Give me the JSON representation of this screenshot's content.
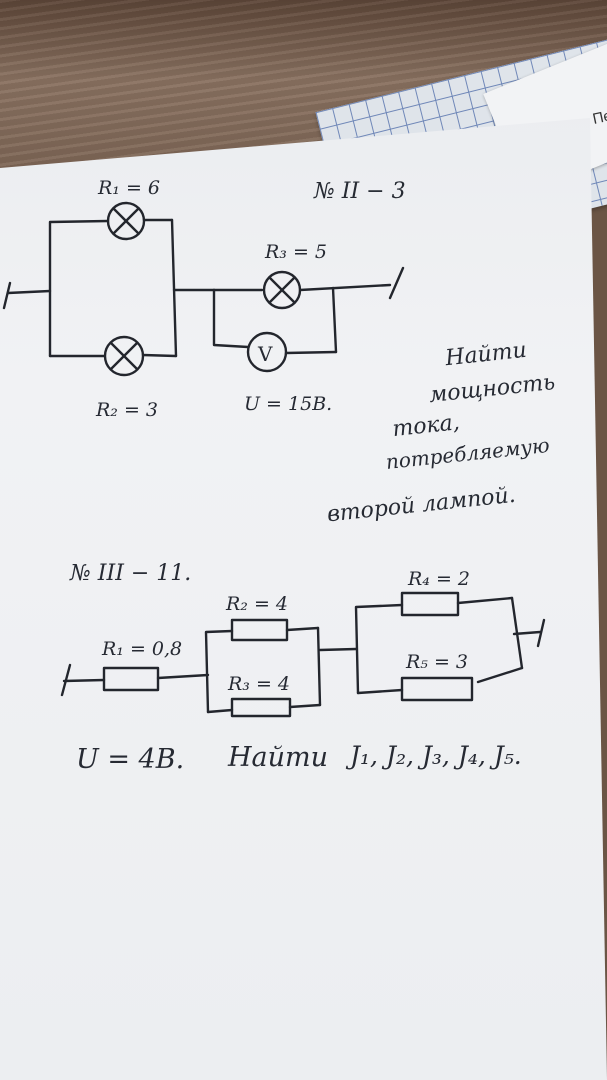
{
  "problem1": {
    "number": "№ II − 3",
    "r1": "R₁ = 6",
    "r2": "R₂ = 3",
    "r3": "R₃ = 5",
    "voltmeter": "V",
    "voltage": "U = 15B.",
    "task_line1": "Найти",
    "task_line2": "мощность",
    "task_line3": "тока,",
    "task_line4": "потребляемую",
    "task_line5": "второй лампой."
  },
  "problem2": {
    "number": "№ III − 11.",
    "r1": "R₁ = 0,8",
    "r2": "R₂ = 4",
    "r3": "R₃ = 4",
    "r4": "R₄ = 2",
    "r5": "R₅ = 3",
    "condition": "U = 4B.",
    "task_word": "Найти",
    "currents": "J₁, J₂, J₃, J₄, J₅."
  },
  "background_card_letter": "Пе"
}
